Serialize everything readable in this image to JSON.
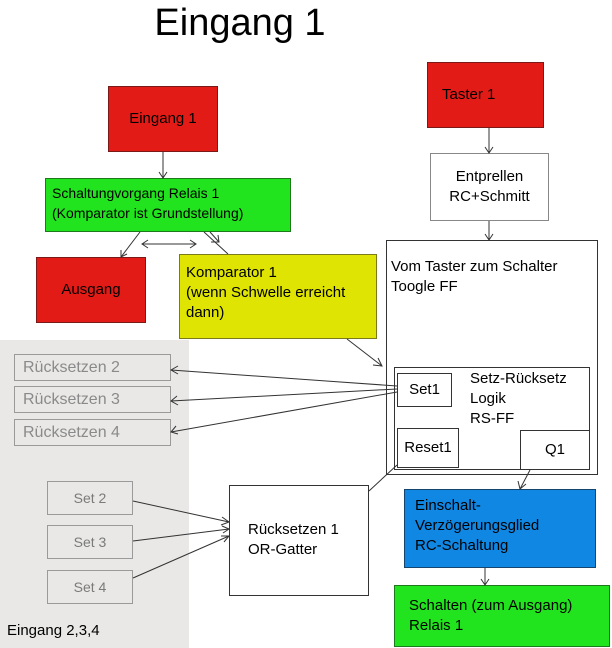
{
  "title": "Eingang 1",
  "colors": {
    "red": "#e31b17",
    "green": "#22e41e",
    "yellow": "#dfe402",
    "blue": "#1187e4",
    "grey_panel": "#e9e8e6"
  },
  "boxes": {
    "eingang1": "Eingang 1",
    "taster1": "Taster 1",
    "schaltvorgang": [
      "Schaltungvorgang Relais 1",
      "(Komparator ist Grundstellung)"
    ],
    "ausgang": "Ausgang",
    "komparator": [
      "Komparator 1",
      "(wenn Schwelle erreicht",
      "dann)"
    ],
    "entprellen": [
      "Entprellen",
      "RC+Schmitt"
    ],
    "toggle_ff": [
      "Vom Taster zum Schalter",
      "Toogle FF"
    ],
    "set1": "Set1",
    "rs_logik": [
      "Setz-Rücksetz",
      "Logik",
      "RS-FF"
    ],
    "reset1": "Reset1",
    "q1": "Q1",
    "ruecksetzen_or": [
      "Rücksetzen 1",
      "OR-Gatter"
    ],
    "einschalt": [
      "Einschalt-",
      "Verzögerungsglied",
      "RC-Schaltung"
    ],
    "schalten": [
      "Schalten (zum Ausgang)",
      "Relais 1"
    ]
  },
  "grey_panel": {
    "ruecksetzen": [
      "Rücksetzen 2",
      "Rücksetzen 3",
      "Rücksetzen 4"
    ],
    "sets": [
      "Set 2",
      "Set 3",
      "Set 4"
    ],
    "label": "Eingang 2,3,4"
  }
}
